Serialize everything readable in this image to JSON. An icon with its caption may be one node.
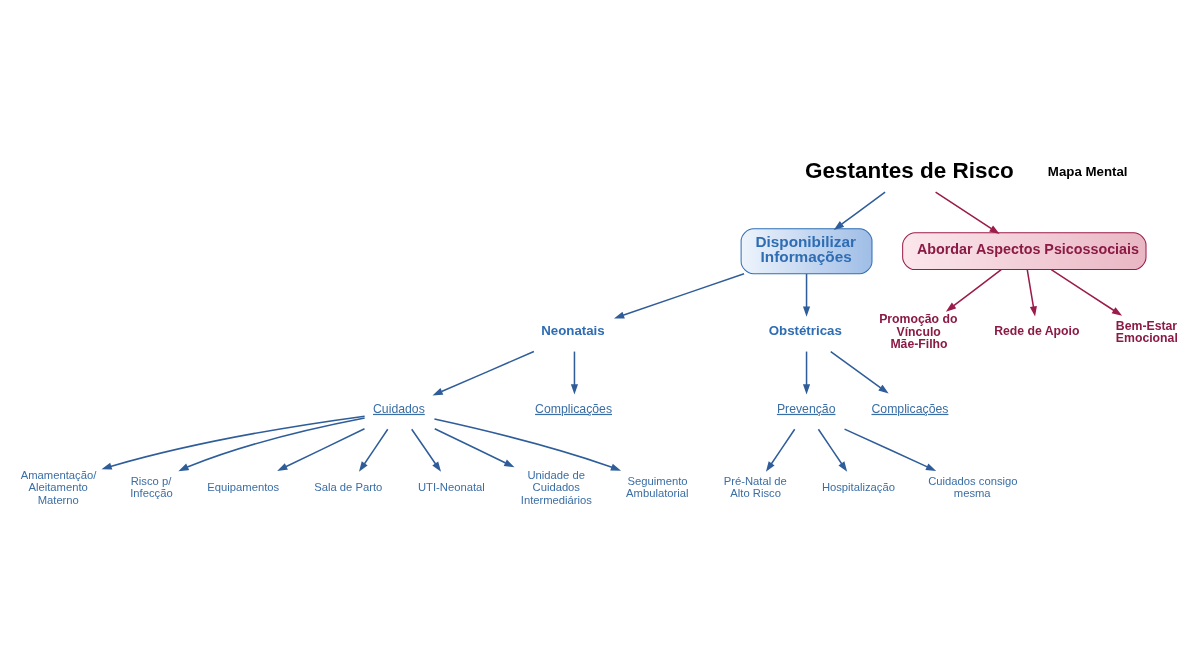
{
  "diagram": {
    "nodes": [
      {
        "text": [
          "Gestantes de Risco"
        ]
      },
      {
        "text": [
          "Disponibilizar Informações"
        ]
      },
      {
        "text": [
          "Neonatais"
        ]
      },
      {
        "text": [
          "Obstétricas"
        ]
      },
      {
        "text": [
          "Cuidados"
        ]
      },
      {
        "text": [
          "Complicações"
        ]
      },
      {
        "text": [
          "Amamentação/ Aleitamento Materno"
        ]
      },
      {
        "text": [
          "Risco p/ Infecção"
        ]
      },
      {
        "text": [
          "Equipamentos"
        ]
      },
      {
        "text": [
          "Sala de Parto"
        ]
      },
      {
        "text": [
          "UTI-Neonatal"
        ]
      },
      {
        "text": [
          "Unidade de Cuidados Intermediários"
        ]
      },
      {
        "text": [
          "Seguimento Ambulatorial"
        ]
      },
      {
        "text": [
          "Prevenção"
        ]
      },
      {
        "text": [
          "Complicações"
        ]
      },
      {
        "text": [
          "Pré-Natal de Alto Risco"
        ]
      },
      {
        "text": [
          "Hospitalização"
        ]
      },
      {
        "text": [
          "Cuidados consigo mesma"
        ]
      },
      {
        "text": [
          "Abordar Aspectos Psicossociais"
        ]
      },
      {
        "text": [
          "Promoção do Vínculo Mãe-Filho"
        ]
      },
      {
        "text": [
          "Rede de Apoio"
        ]
      },
      {
        "text": [
          "Bem-Estar Emocional"
        ]
      }
    ],
    "edges": [
      {
        "from": 0,
        "to": 1,
        "arrow": "to"
      },
      {
        "from": 1,
        "to": 2,
        "arrow": "to"
      },
      {
        "from": 1,
        "to": 3,
        "arrow": "to"
      },
      {
        "from": 2,
        "to": 4,
        "arrow": "to"
      },
      {
        "from": 2,
        "to": 5,
        "arrow": "to"
      },
      {
        "from": 4,
        "to": 6,
        "arrow": "to"
      },
      {
        "from": 4,
        "to": 7,
        "arrow": "to"
      },
      {
        "from": 4,
        "to": 8,
        "arrow": "to"
      },
      {
        "from": 4,
        "to": 9,
        "arrow": "to"
      },
      {
        "from": 4,
        "to": 10,
        "arrow": "to"
      },
      {
        "from": 4,
        "to": 11,
        "arrow": "to"
      },
      {
        "from": 4,
        "to": 12,
        "arrow": "to"
      },
      {
        "from": 3,
        "to": 13,
        "arrow": "to"
      },
      {
        "from": 3,
        "to": 14,
        "arrow": "to"
      },
      {
        "from": 13,
        "to": 15,
        "arrow": "to"
      },
      {
        "from": 13,
        "to": 16,
        "arrow": "to"
      },
      {
        "from": 13,
        "to": 17,
        "arrow": "to"
      },
      {
        "from": 0,
        "to": 18,
        "arrow": "to",
        "color": "#9b1c4a"
      },
      {
        "from": 18,
        "to": 19,
        "arrow": "to",
        "color": "#9b1c4a"
      },
      {
        "from": 18,
        "to": 20,
        "arrow": "to",
        "color": "#9b1c4a"
      },
      {
        "from": 18,
        "to": 21,
        "arrow": "to",
        "color": "#9b1c4a"
      }
    ],
    "labels": [
      "Mapa Mental"
    ]
  }
}
